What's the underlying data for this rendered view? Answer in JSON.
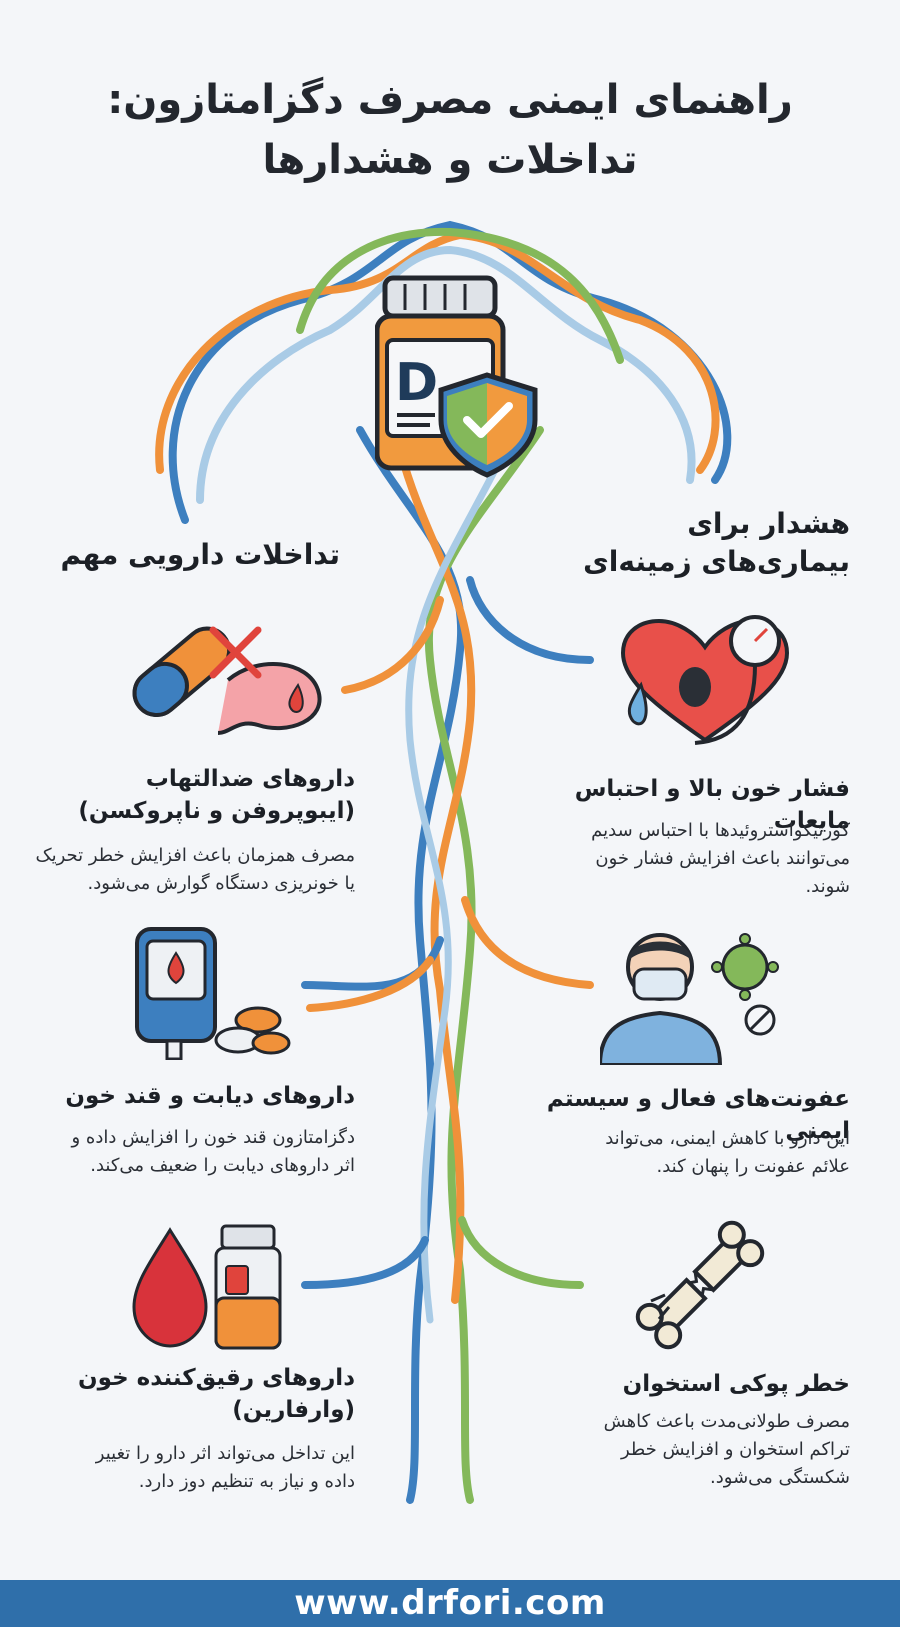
{
  "title": {
    "line1": "راهنمای ایمنی مصرف دگزامتازون:",
    "line2": "تداخلات و هشدارها"
  },
  "bottle_label": "D",
  "left_column": {
    "heading": "تداخلات دارویی مهم",
    "items": [
      {
        "title_line1": "داروهای ضدالتهاب",
        "title_line2": "(ایبوپروفن و ناپروکسن)",
        "desc_line1": "مصرف همزمان باعث افزایش خطر تحریک",
        "desc_line2": "یا خونریزی دستگاه گوارش می‌شود.",
        "icon": "pill-stomach-icon"
      },
      {
        "title_line1": "داروهای دیابت و قند خون",
        "desc_line1": "دگزامتازون قند خون را افزایش داده و",
        "desc_line2": "اثر داروهای دیابت را ضعیف می‌کند.",
        "icon": "glucose-meter-icon"
      },
      {
        "title_line1": "داروهای رقیق‌کننده خون",
        "title_line2": "(وارفارین)",
        "desc_line1": "این تداخل می‌تواند اثر دارو را تغییر",
        "desc_line2": "داده و نیاز به تنظیم دوز دارد.",
        "icon": "blood-drop-bottle-icon"
      }
    ]
  },
  "right_column": {
    "heading_line1": "هشدار برای",
    "heading_line2": "بیماری‌های زمینه‌ای",
    "items": [
      {
        "title_line1": "فشار خون بالا و احتباس مایعات",
        "desc_line1": "کورتیکواستروئیدها با احتباس سدیم",
        "desc_line2": "می‌توانند باعث افزایش فشار خون",
        "desc_line3": "شوند.",
        "icon": "heart-pressure-icon"
      },
      {
        "title_line1": "عفونت‌های فعال و سیستم ایمنی",
        "desc_line1": "این دارو با کاهش ایمنی، می‌تواند",
        "desc_line2": "علائم عفونت را پنهان کند.",
        "icon": "virus-mask-icon"
      },
      {
        "title_line1": "خطر پوکی استخوان",
        "desc_line1": "مصرف طولانی‌مدت باعث کاهش",
        "desc_line2": "تراکم استخوان و افزایش خطر",
        "desc_line3": "شکستگی می‌شود.",
        "icon": "broken-bone-icon"
      }
    ]
  },
  "footer": {
    "url": "www.drfori.com"
  },
  "colors": {
    "blue": "#3d7fbf",
    "orange": "#f0913a",
    "green": "#84b85a",
    "light_blue": "#a9cbe6",
    "red": "#e0443c",
    "footer_bg": "#2f6faa"
  }
}
